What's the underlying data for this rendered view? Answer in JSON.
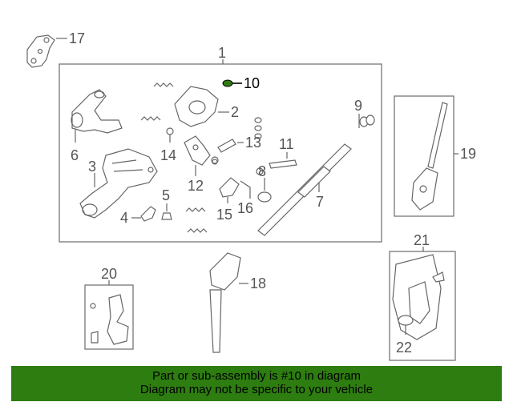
{
  "callouts": {
    "c1": "1",
    "c2": "2",
    "c3": "3",
    "c4": "4",
    "c5": "5",
    "c6": "6",
    "c7": "7",
    "c8": "8",
    "c9": "9",
    "c10": "10",
    "c11": "11",
    "c12": "12",
    "c13": "13",
    "c14": "14",
    "c15": "15",
    "c16": "16",
    "c17": "17",
    "c18": "18",
    "c19": "19",
    "c20": "20",
    "c21": "21",
    "c22": "22"
  },
  "highlight": {
    "part": "10",
    "color": "#2d7d10"
  },
  "banner": {
    "line1": "Part or sub-assembly is #10 in diagram",
    "line2": "Diagram may not be specific to your vehicle",
    "color": "#2d7d10"
  }
}
